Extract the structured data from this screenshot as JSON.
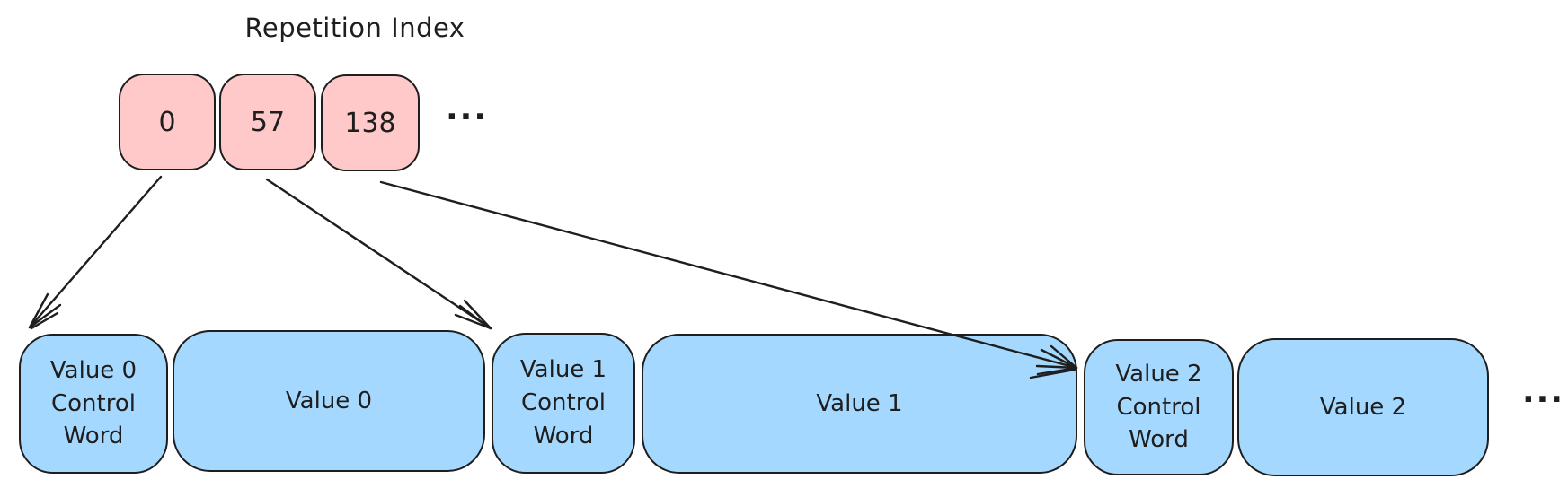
{
  "title": "Repetition Index",
  "index_row": {
    "cells": [
      {
        "value": "0"
      },
      {
        "value": "57"
      },
      {
        "value": "138"
      }
    ],
    "ellipsis": "..."
  },
  "stream_row": {
    "cells": [
      {
        "label": "Value 0\nControl\nWord"
      },
      {
        "label": "Value 0"
      },
      {
        "label": "Value 1\nControl\nWord"
      },
      {
        "label": "Value 1"
      },
      {
        "label": "Value 2\nControl\nWord"
      },
      {
        "label": "Value 2"
      }
    ],
    "ellipsis": "..."
  },
  "colors": {
    "background": "#ffffff",
    "stroke": "#1e1e1e",
    "index_fill": "#ffc9c9",
    "stream_fill": "#a5d8ff"
  }
}
